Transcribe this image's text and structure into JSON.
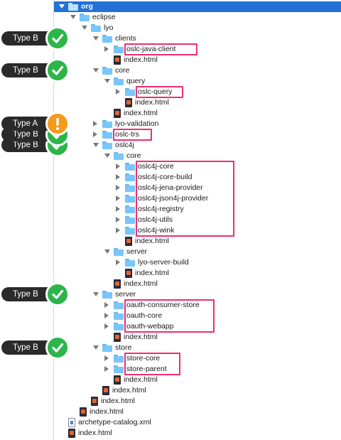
{
  "tree": {
    "rows": [
      {
        "label": "org",
        "depth": 0,
        "kind": "folder",
        "expand": "open",
        "selected": true
      },
      {
        "label": "eclipse",
        "depth": 1,
        "kind": "folder",
        "expand": "open"
      },
      {
        "label": "lyo",
        "depth": 2,
        "kind": "folder",
        "expand": "open"
      },
      {
        "label": "clients",
        "depth": 3,
        "kind": "folder",
        "expand": "open"
      },
      {
        "label": "oslc-java-client",
        "depth": 4,
        "kind": "folder",
        "expand": "closed"
      },
      {
        "label": "index.html",
        "depth": 4,
        "kind": "file"
      },
      {
        "label": "core",
        "depth": 3,
        "kind": "folder",
        "expand": "open"
      },
      {
        "label": "query",
        "depth": 4,
        "kind": "folder",
        "expand": "open"
      },
      {
        "label": "oslc-query",
        "depth": 5,
        "kind": "folder",
        "expand": "closed"
      },
      {
        "label": "index.html",
        "depth": 5,
        "kind": "file"
      },
      {
        "label": "index.html",
        "depth": 4,
        "kind": "file"
      },
      {
        "label": "lyo-validation",
        "depth": 3,
        "kind": "folder",
        "expand": "closed"
      },
      {
        "label": "oslc-trs",
        "depth": 3,
        "kind": "folder",
        "expand": "closed"
      },
      {
        "label": "oslc4j",
        "depth": 3,
        "kind": "folder",
        "expand": "open"
      },
      {
        "label": "core",
        "depth": 4,
        "kind": "folder",
        "expand": "open"
      },
      {
        "label": "oslc4j-core",
        "depth": 5,
        "kind": "folder",
        "expand": "closed"
      },
      {
        "label": "oslc4j-core-build",
        "depth": 5,
        "kind": "folder",
        "expand": "closed"
      },
      {
        "label": "oslc4j-jena-provider",
        "depth": 5,
        "kind": "folder",
        "expand": "closed"
      },
      {
        "label": "oslc4j-json4j-provider",
        "depth": 5,
        "kind": "folder",
        "expand": "closed"
      },
      {
        "label": "oslc4j-registry",
        "depth": 5,
        "kind": "folder",
        "expand": "closed"
      },
      {
        "label": "oslc4j-utils",
        "depth": 5,
        "kind": "folder",
        "expand": "closed"
      },
      {
        "label": "oslc4j-wink",
        "depth": 5,
        "kind": "folder",
        "expand": "closed"
      },
      {
        "label": "index.html",
        "depth": 5,
        "kind": "file"
      },
      {
        "label": "server",
        "depth": 4,
        "kind": "folder",
        "expand": "open"
      },
      {
        "label": "lyo-server-build",
        "depth": 5,
        "kind": "folder",
        "expand": "closed"
      },
      {
        "label": "index.html",
        "depth": 5,
        "kind": "file"
      },
      {
        "label": "index.html",
        "depth": 4,
        "kind": "file"
      },
      {
        "label": "server",
        "depth": 3,
        "kind": "folder",
        "expand": "open"
      },
      {
        "label": "oauth-consumer-store",
        "depth": 4,
        "kind": "folder",
        "expand": "closed"
      },
      {
        "label": "oauth-core",
        "depth": 4,
        "kind": "folder",
        "expand": "closed"
      },
      {
        "label": "oauth-webapp",
        "depth": 4,
        "kind": "folder",
        "expand": "closed"
      },
      {
        "label": "index.html",
        "depth": 4,
        "kind": "file"
      },
      {
        "label": "store",
        "depth": 3,
        "kind": "folder",
        "expand": "open"
      },
      {
        "label": "store-core",
        "depth": 4,
        "kind": "folder",
        "expand": "closed"
      },
      {
        "label": "store-parent",
        "depth": 4,
        "kind": "folder",
        "expand": "closed"
      },
      {
        "label": "index.html",
        "depth": 4,
        "kind": "file"
      },
      {
        "label": "index.html",
        "depth": 3,
        "kind": "file"
      },
      {
        "label": "index.html",
        "depth": 2,
        "kind": "file"
      },
      {
        "label": "index.html",
        "depth": 1,
        "kind": "file"
      },
      {
        "label": "archetype-catalog.xml",
        "depth": 0,
        "kind": "xml"
      },
      {
        "label": "index.html",
        "depth": 0,
        "kind": "file"
      }
    ]
  },
  "highlights": [
    {
      "first": 4,
      "last": 4,
      "label": "oslc-java-client"
    },
    {
      "first": 8,
      "last": 8,
      "label": "oslc-query"
    },
    {
      "first": 12,
      "last": 12,
      "label": "oslc-trs"
    },
    {
      "first": 15,
      "last": 21,
      "label": "oslc4j"
    },
    {
      "first": 28,
      "last": 30,
      "label": "oauth"
    },
    {
      "first": 33,
      "last": 34,
      "label": "store"
    }
  ],
  "callouts": [
    {
      "text": "Type B",
      "status": "ok",
      "row": 3
    },
    {
      "text": "Type B",
      "status": "ok",
      "row": 6
    },
    {
      "text": "Type B",
      "status": "ok",
      "row": 13
    },
    {
      "text": "Type B",
      "status": "ok",
      "row": 12
    },
    {
      "text": "Type A",
      "status": "warn",
      "row": 11
    },
    {
      "text": "Type B",
      "status": "ok",
      "row": 27
    },
    {
      "text": "Type B",
      "status": "ok",
      "row": 32
    }
  ],
  "colors": {
    "selection": "#2470d6",
    "highlight_border": "#ee2e6f",
    "folder": "#79c6fa",
    "callout_pill": "#2a2a2a",
    "status_ok": "#2db54a",
    "status_warn": "#f59a1b"
  },
  "icons": {
    "ok": "check-icon",
    "warn": "exclamation-icon",
    "folder": "folder-icon",
    "file": "html-file-icon",
    "xml": "xml-file-icon"
  }
}
